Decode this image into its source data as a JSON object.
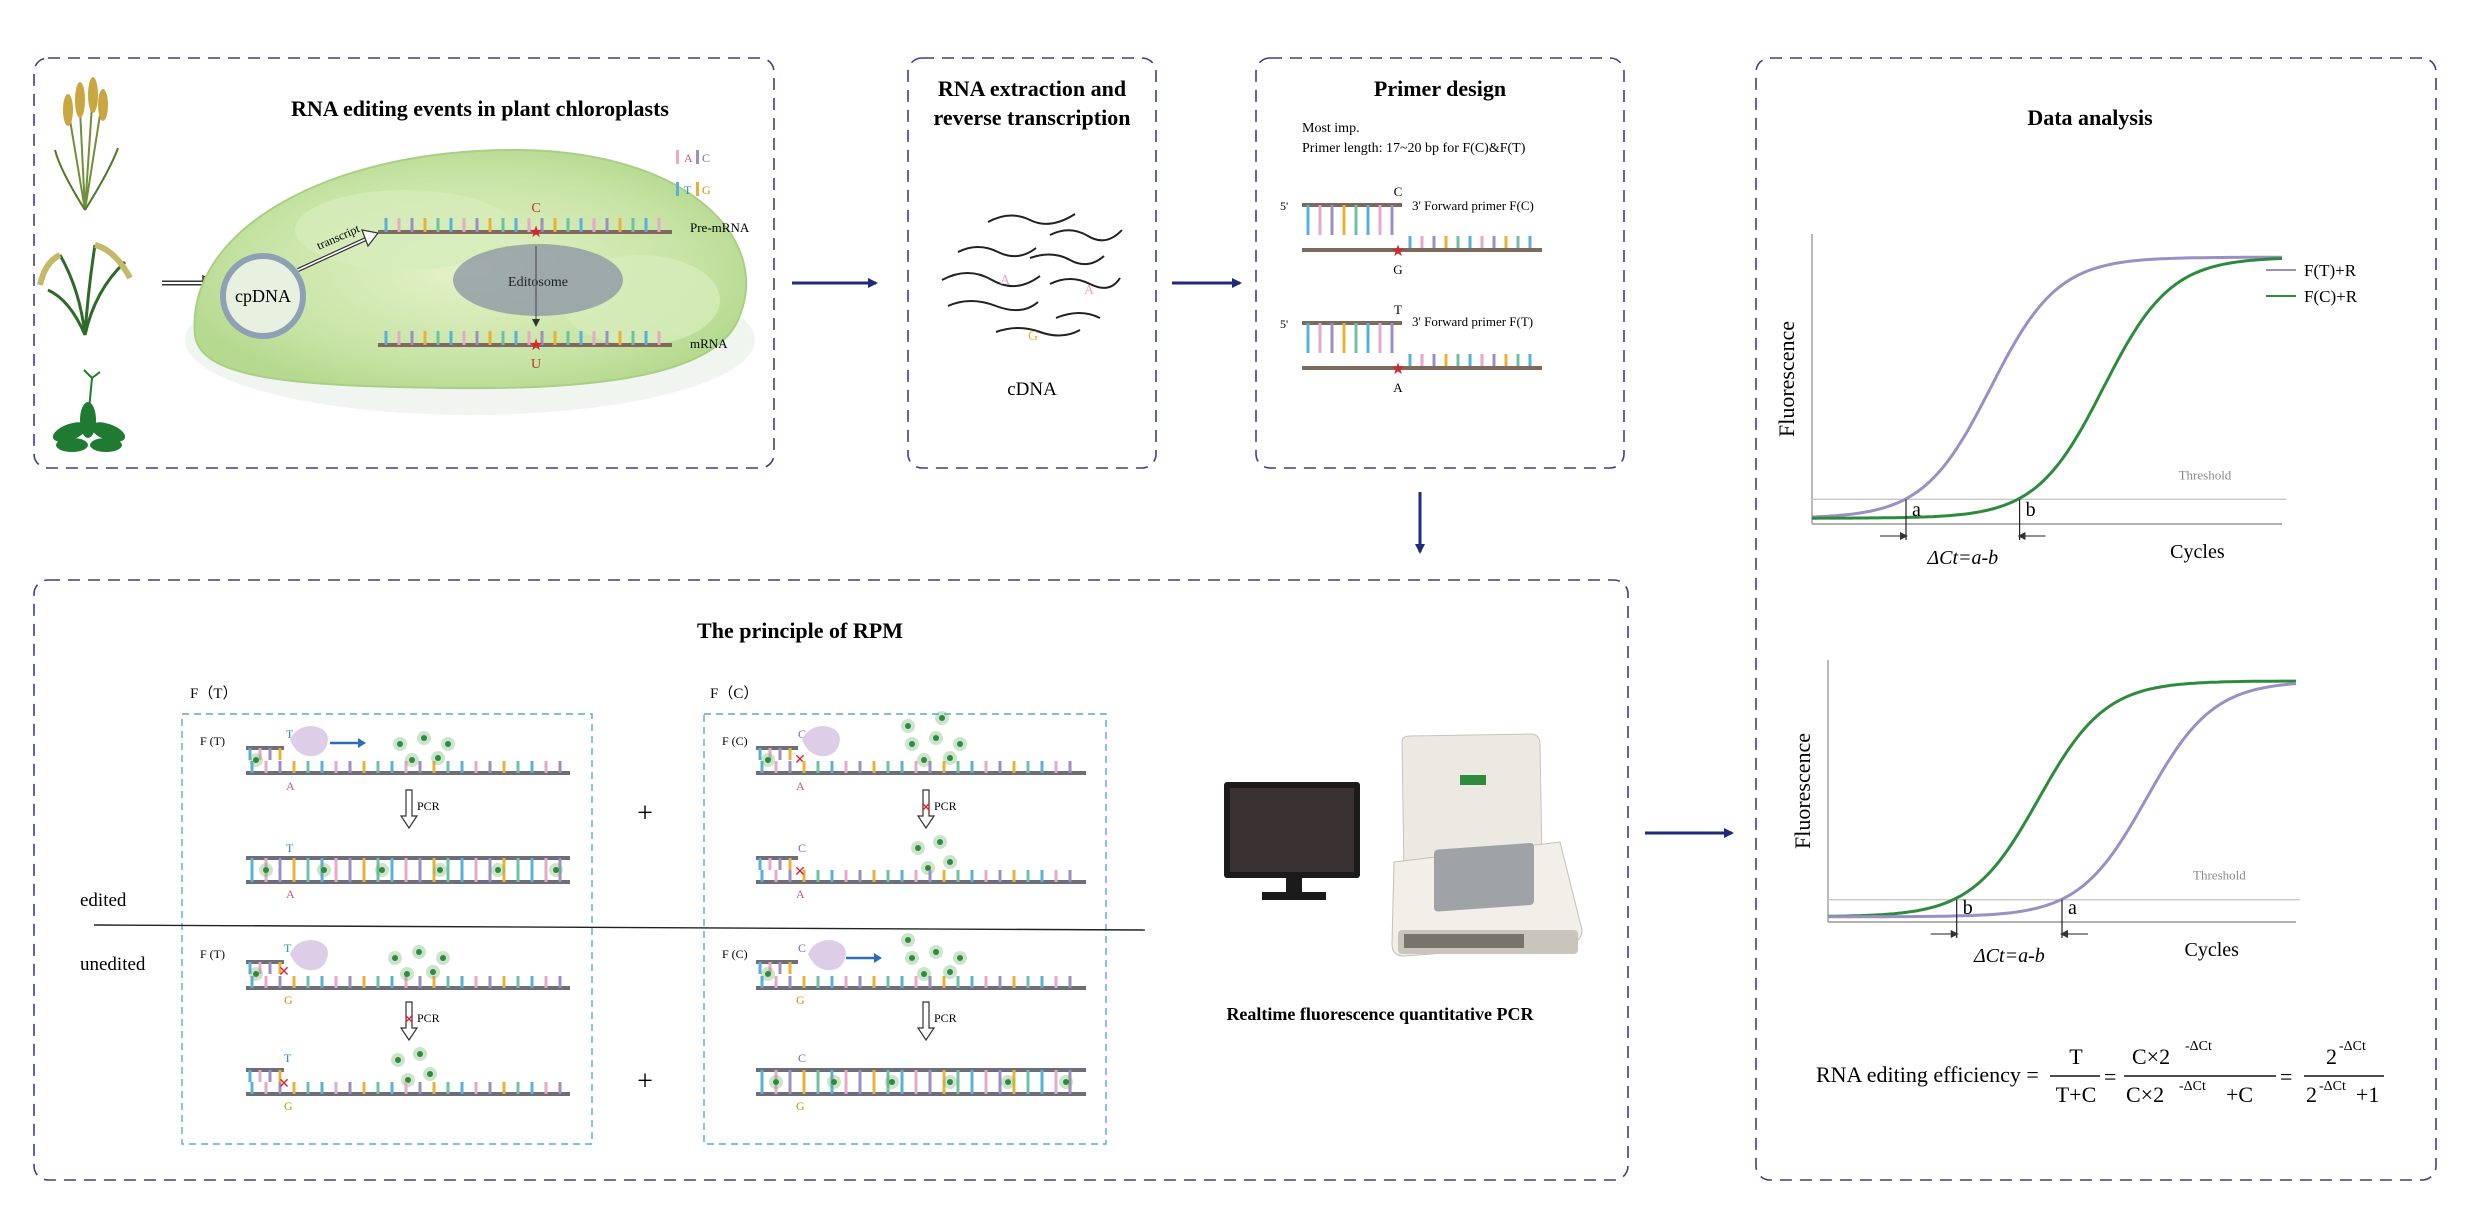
{
  "panels": {
    "editing": {
      "title": "RNA editing events in plant chloroplasts",
      "cpdna": "cpDNA",
      "transcript": "transcript",
      "editosome": "Editosome",
      "pre_mrna": "Pre-mRNA",
      "mrna": "mRNA",
      "base_c": "C",
      "base_u": "U",
      "legend": [
        "A",
        "C",
        "T",
        "G"
      ]
    },
    "extraction": {
      "title_line1": "RNA extraction and",
      "title_line2": "reverse transcription",
      "cdna": "cDNA",
      "base_a": "A",
      "base_g": "G"
    },
    "primer": {
      "title": "Primer design",
      "note_line1": "Most imp.",
      "note_line2": "Primer length: 17~20 bp for F(C)&F(T)",
      "five_prime": "5'",
      "fc_label": "3' Forward primer  F(C)",
      "ft_label": "3' Forward primer  F(T)",
      "base_c": "C",
      "base_g": "G",
      "base_t": "T",
      "base_a": "A"
    },
    "rpm": {
      "title": "The principle of RPM",
      "ft_header": "F（T）",
      "fc_header": "F（C）",
      "ft_small": "F (T)",
      "fc_small": "F (C)",
      "pcr": "PCR",
      "edited": "edited",
      "unedited": "unedited",
      "plus": "+",
      "base_t": "T",
      "base_c": "C",
      "base_a": "A",
      "base_g": "G",
      "machine_caption": "Realtime fluorescence quantitative PCR"
    },
    "analysis": {
      "title": "Data analysis",
      "formula_label": "RNA  editing efficiency  =",
      "formula_t": "T",
      "formula_tc": "T+C",
      "formula_c": "C×2",
      "formula_cd": "C×2",
      "formula_plus_c": "+C",
      "formula_two": "2",
      "formula_two_d": "2",
      "formula_plus_one": "+1",
      "exponent": "-ΔCt",
      "equals": "="
    }
  },
  "chart_data": [
    {
      "type": "line",
      "ylabel": "Fluorescence",
      "xlabel": "Cycles",
      "threshold_label": "Threshold",
      "series": [
        {
          "name": "F(T)+R",
          "color": "#9b8fc4",
          "midpoint": 0.38
        },
        {
          "name": "F(C)+R",
          "color": "#2e8b3e",
          "midpoint": 0.62
        }
      ],
      "markers": [
        {
          "label": "a"
        },
        {
          "label": "b"
        }
      ],
      "delta_label": "ΔCt=a-b"
    },
    {
      "type": "line",
      "ylabel": "Fluorescence",
      "xlabel": "Cycles",
      "threshold_label": "Threshold",
      "series": [
        {
          "color": "#2e8b3e",
          "midpoint": 0.45
        },
        {
          "color": "#9b8fc4",
          "midpoint": 0.68
        }
      ],
      "markers": [
        {
          "label": "b"
        },
        {
          "label": "a"
        }
      ],
      "delta_label": "ΔCt=a-b"
    }
  ],
  "colors": {
    "frame": "#3a3f8f",
    "inner_frame": "#5aa9d6",
    "arrow": "#1f2a78",
    "strand": "#7d6a5c",
    "purple": "#9b8fc4",
    "green": "#2e8b3e",
    "red": "#d8242c"
  }
}
